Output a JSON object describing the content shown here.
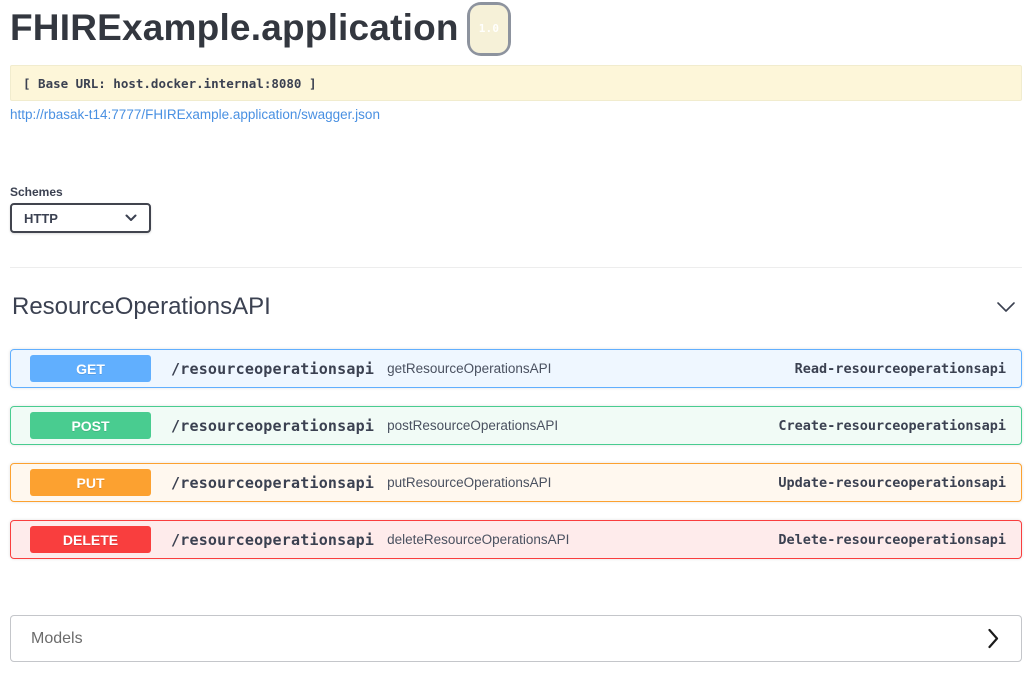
{
  "info": {
    "title": "FHIRExample.application",
    "version_badge": "1.0",
    "base_url_text": "[ Base URL: host.docker.internal:8080 ]",
    "spec_link": "http://rbasak-t14:7777/FHIRExample.application/swagger.json"
  },
  "schemes": {
    "label": "Schemes",
    "selected": "HTTP"
  },
  "section": {
    "title": "ResourceOperationsAPI",
    "expanded": true
  },
  "operations": [
    {
      "method": "GET",
      "path": "/resourceoperationsapi",
      "operation_id": "getResourceOperationsAPI",
      "summary": "Read-resourceoperationsapi",
      "color": "#61affe"
    },
    {
      "method": "POST",
      "path": "/resourceoperationsapi",
      "operation_id": "postResourceOperationsAPI",
      "summary": "Create-resourceoperationsapi",
      "color": "#49cc90"
    },
    {
      "method": "PUT",
      "path": "/resourceoperationsapi",
      "operation_id": "putResourceOperationsAPI",
      "summary": "Update-resourceoperationsapi",
      "color": "#fca130"
    },
    {
      "method": "DELETE",
      "path": "/resourceoperationsapi",
      "operation_id": "deleteResourceOperationsAPI",
      "summary": "Delete-resourceoperationsapi",
      "color": "#f93e3e"
    }
  ],
  "models": {
    "label": "Models",
    "expanded": false
  },
  "colors": {
    "get": "#61affe",
    "post": "#49cc90",
    "put": "#fca130",
    "delete": "#f93e3e",
    "link": "#4990e2",
    "base_url_background": "#fdf6d9",
    "text": "#3b4151"
  }
}
